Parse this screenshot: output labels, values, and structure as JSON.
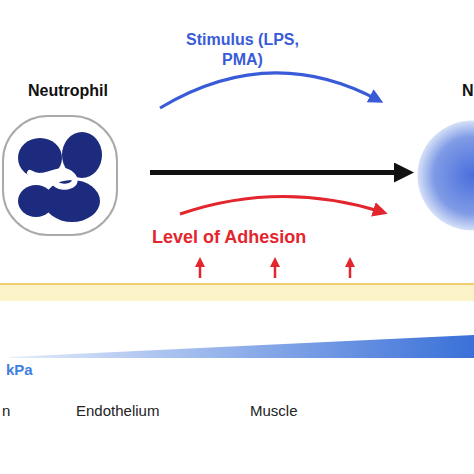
{
  "diagram": {
    "nodes": [
      {
        "text": [
          "Neutrophil"
        ]
      },
      {
        "text": [
          "N"
        ]
      }
    ],
    "edges": [
      {
        "from": 0,
        "to": 1,
        "arrow": "to"
      }
    ],
    "labels": [
      "Stimulus (LPS, PMA)",
      "Level of Adhesion",
      "kPa",
      "n",
      "Endothelium",
      "Muscle"
    ]
  }
}
